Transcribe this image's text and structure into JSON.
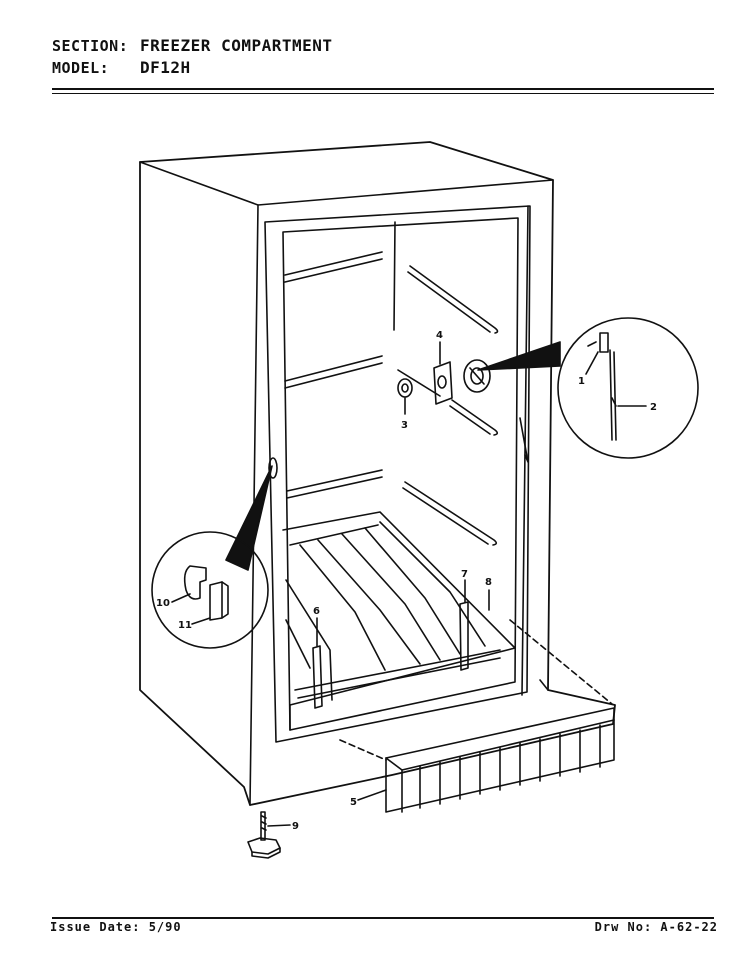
{
  "header": {
    "section_label": "SECTION:",
    "section_value": "FREEZER COMPARTMENT",
    "model_label": "MODEL:",
    "model_value": "DF12H"
  },
  "callouts": [
    "1",
    "2",
    "3",
    "4",
    "5",
    "6",
    "7",
    "8",
    "9",
    "10",
    "11"
  ],
  "footer": {
    "issue_date": "Issue Date: 5/90",
    "drawing_no": "Drw No: A-62-22"
  }
}
